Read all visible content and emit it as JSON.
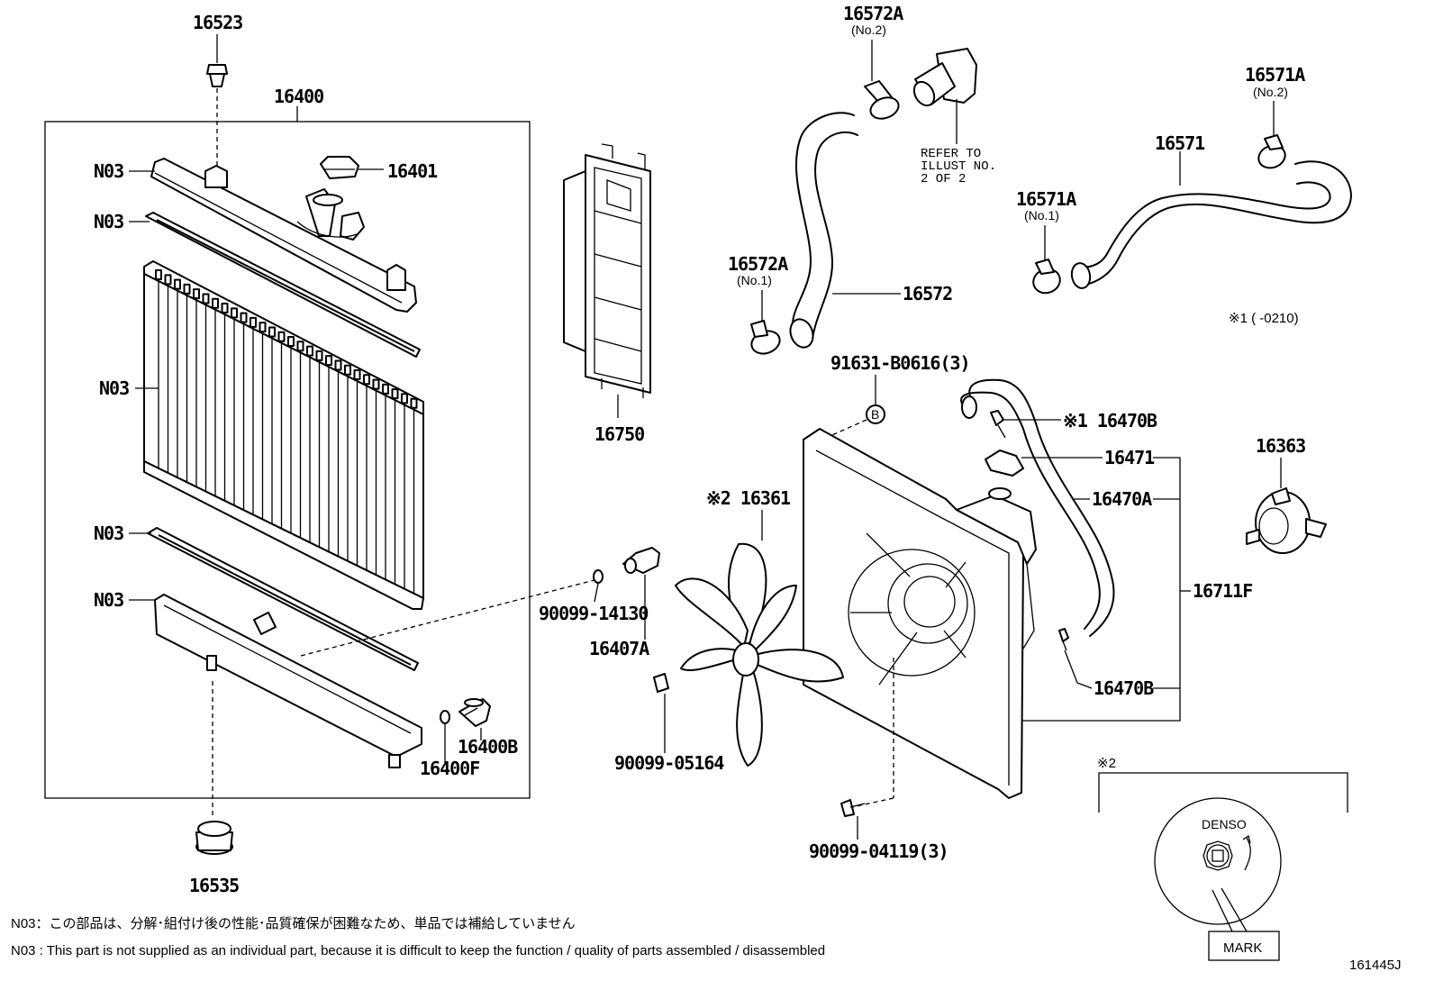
{
  "labels": {
    "p16523": "16523",
    "p16400": "16400",
    "p16401": "16401",
    "p16750": "16750",
    "p16572A_no2": "16572A",
    "p16572A_no2_sub": "(No.2)",
    "refer_line1": "REFER TO",
    "refer_line2": "ILLUST NO.",
    "refer_line3": "2 OF 2",
    "p16571A_no2": "16571A",
    "p16571A_no2_sub": "(No.2)",
    "p16571": "16571",
    "p16571A_no1": "16571A",
    "p16571A_no1_sub": "(No.1)",
    "p16572A_no1": "16572A",
    "p16572A_no1_sub": "(No.1)",
    "p16572": "16572",
    "p_note1_range": "※1 (        -0210)",
    "p91631": "91631-B0616(3)",
    "b_marker": "B",
    "p16470B_top": "※1 16470B",
    "p16471": "16471",
    "p16470A": "16470A",
    "p16363": "16363",
    "p16361": "※2 16361",
    "p16711F": "16711F",
    "p16470B_bot": "16470B",
    "p90099_14130": "90099-14130",
    "p16407A": "16407A",
    "p90099_05164": "90099-05164",
    "p16400B": "16400B",
    "p16400F": "16400F",
    "p90099_04119": "90099-04119(3)",
    "p16535": "16535",
    "n03_1": "N03",
    "n03_2": "N03",
    "n03_3": "N03",
    "n03_4": "N03",
    "n03_5": "N03",
    "note2_title": "※2",
    "denso": "DENSO",
    "mark": "MARK",
    "diagram_id": "161445J"
  },
  "notes": {
    "jp": "N03：この部品は、分解･組付け後の性能･品質確保が困難なため、単品では補給していません",
    "en": "N03 : This part is not supplied as an individual part, because it is difficult to keep the function / quality of parts assembled / disassembled"
  }
}
